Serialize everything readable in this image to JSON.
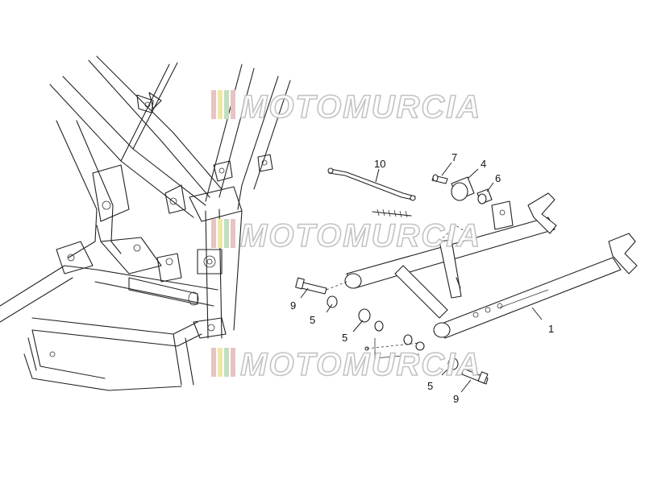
{
  "watermark": {
    "text": "MOTOMURCIA",
    "stripe_colors": [
      "#e8c3c3",
      "#f1e6a6",
      "#bfe0bf",
      "#e8c3c3"
    ]
  },
  "callouts": {
    "c1": "1",
    "c4": "4",
    "c5a": "5",
    "c5b": "5",
    "c5c": "5",
    "c6": "6",
    "c7": "7",
    "c9a": "9",
    "c9b": "9",
    "c10": "10"
  }
}
